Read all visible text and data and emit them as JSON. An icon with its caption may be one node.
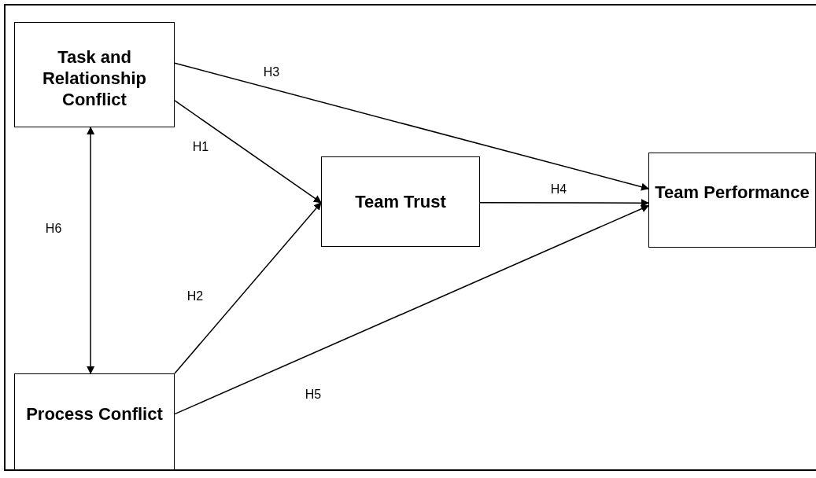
{
  "diagram": {
    "nodes": [
      {
        "text": [
          "Task and Relationship Conflict"
        ]
      },
      {
        "text": [
          "Process Conflict"
        ]
      },
      {
        "text": [
          "Team Trust"
        ]
      },
      {
        "text": [
          "Team Performance"
        ]
      }
    ],
    "edges": [
      {
        "from": 0,
        "to": 3,
        "arrow": "to",
        "label": "H3"
      },
      {
        "from": 0,
        "to": 2,
        "arrow": "to",
        "label": "H1"
      },
      {
        "from": 2,
        "to": 3,
        "arrow": "to",
        "label": "H4"
      },
      {
        "from": 1,
        "to": 2,
        "arrow": "to",
        "label": "H2"
      },
      {
        "from": 1,
        "to": 3,
        "arrow": "to",
        "label": "H5"
      },
      {
        "from": 0,
        "to": 1,
        "arrow": "both",
        "label": "H6"
      }
    ]
  }
}
